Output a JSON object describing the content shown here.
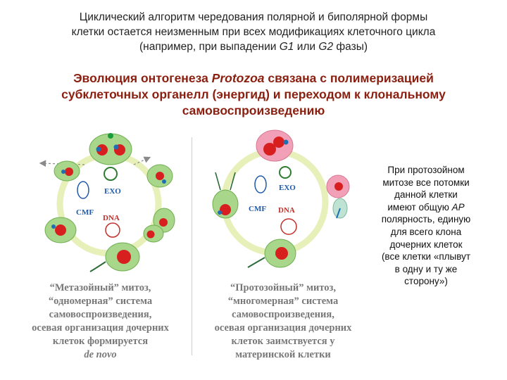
{
  "intro": {
    "line1": "Циклический алгоритм чередования полярной и биполярной формы",
    "line2": "клетки остается неизменным при всех модификациях клеточного цикла",
    "line3_a": "(например, при выпадении ",
    "line3_g1": "G1",
    "line3_b": " или ",
    "line3_g2": "G2",
    "line3_c": " фазы)"
  },
  "headline": {
    "part1": "Эволюция онтогенеза ",
    "protozoa": "Protozoa",
    "part2": " связана с полимеризацией",
    "line2": "субклеточных органелл (энергид)  и переходом к клональному",
    "line3": "самовоспроизведению"
  },
  "side_note": {
    "l1": "При протозойном",
    "l2": "митозе все потомки",
    "l3": "данной клетки",
    "l4_a": "имеют общую ",
    "l4_ap": "AP",
    "l5": "полярность, единую",
    "l6": "для всего клона",
    "l7": "дочерних клеток",
    "l8": "(все клетки «плывут",
    "l9": "в одну и ту же",
    "l10": "сторону»)"
  },
  "caption_left": {
    "l1": "“Метазойный” митоз,",
    "l2": "“одномерная” система",
    "l3": "самовоспроизведения,",
    "l4": "осевая организация дочерних",
    "l5": "клеток формируется",
    "l6": "de novo"
  },
  "caption_right": {
    "l1": "“Протозойный” митоз,",
    "l2": "“многомерная” система",
    "l3": "самовоспроизведения,",
    "l4": "осевая организация дочерних",
    "l5": "клеток заимствуется у",
    "l6": "материнской клетки"
  },
  "diagram_labels": {
    "exo": "EXO",
    "cmf": "CMF",
    "dna": "DNA"
  },
  "colors": {
    "cell": "#a8d68a",
    "cell_edge": "#6fae4f",
    "nucleus": "#d81f1f",
    "centrosome": "#1f6fb5",
    "cycle_arrow": "#e6f0b8",
    "pink_cell": "#f2a0b8",
    "teal_cell": "#bfe3d2",
    "label_blue": "#1f5aa8",
    "label_red": "#c0302a",
    "headline": "#8a1f10"
  }
}
